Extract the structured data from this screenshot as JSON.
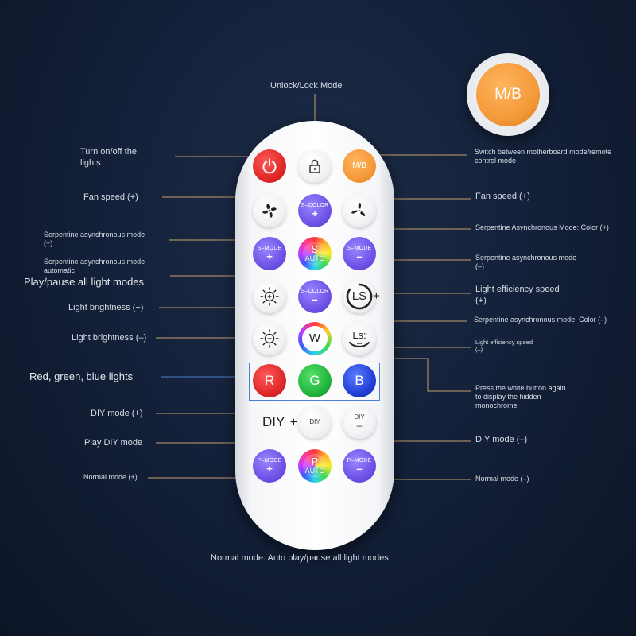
{
  "labels": {
    "unlock_lock": "Unlock/Lock Mode",
    "turn_on_off": "Turn on/off the\nlights",
    "fan_speed_left": "Fan speed (+)",
    "serpentine_plus": "Serpentine asynchronous mode\n(+)",
    "serpentine_auto": "Serpentine asynchronous mode\nautomatic",
    "play_pause": "Play/pause all light modes",
    "brightness_plus": "Light brightness (+)",
    "brightness_minus": "Light brightness (–)",
    "rgb_lights": "Red, green, blue lights",
    "diy_plus": "DIY mode (+)",
    "play_diy": "Play DIY mode",
    "normal_plus": "Normal mode (+)",
    "switch_mb": "Switch between motherboard mode/remote\ncontrol mode",
    "fan_speed_right": "Fan speed (+)",
    "serp_color_plus": "Serpentine Asynchronous Mode: Color (+)",
    "serp_minus": "Serpentine asynchronous mode\n(–)",
    "light_eff_plus": "Light efficiency speed\n(+)",
    "serp_color_minus": "Serpentine asynchronous mode: Color (–)",
    "light_eff_minus": "Light efficiency speed\n(–)",
    "white_button": "Press the white button again\nto display the hidden\nmonochrome",
    "diy_minus": "DIY mode (–)",
    "normal_minus": "Normal mode (–)",
    "normal_auto": "Normal mode: Auto play/pause all light modes"
  },
  "buttons": {
    "mb": "M/B",
    "s_color": "S–COLOR",
    "s_mode": "S–MODE",
    "s_letter": "S",
    "auto": "AUTO",
    "plus": "+",
    "minus": "–",
    "ls": "LS",
    "ls_colon": "Ls:",
    "w": "W",
    "r": "R",
    "g": "G",
    "b": "B",
    "diy": "DIY",
    "p_mode": "P–MODE",
    "p_letter": "P"
  },
  "big_badge": "M/B",
  "colors": {
    "accent_line": "#c6a171",
    "rgb_frame": "#4c7fd2",
    "orange": "#f49a3a",
    "purple": "#6f52e6",
    "red": "#e02828",
    "green": "#22b63d",
    "blue": "#2240d6"
  }
}
